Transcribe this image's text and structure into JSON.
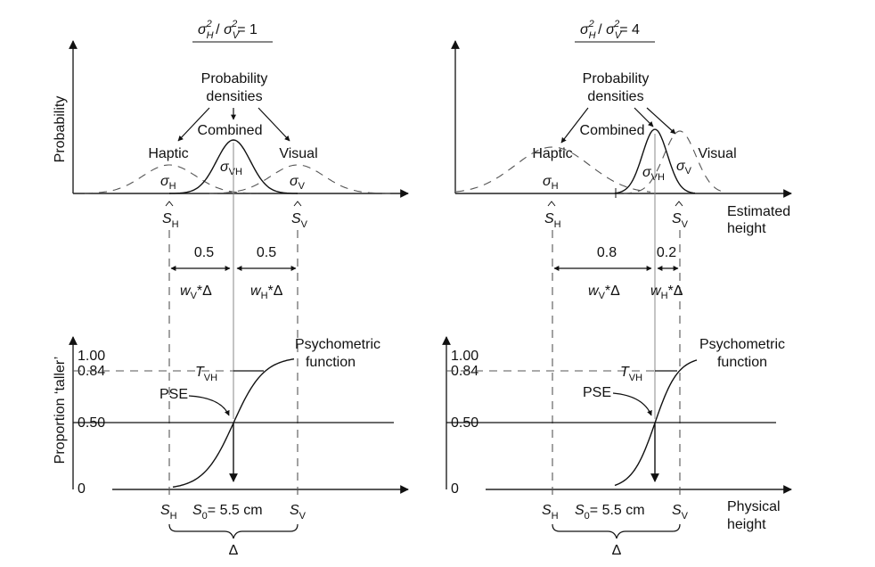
{
  "panels": [
    {
      "ratio_base": "σ",
      "ratio_sub_h": "H",
      "ratio_sub_v": "V",
      "ratio_sup": "2",
      "ratio_rest": "= 1",
      "prob_label_1": "Probability",
      "prob_label_2": "densities",
      "combined": "Combined",
      "haptic": "Haptic",
      "visual": "Visual",
      "sigma": "σ",
      "sub_h": "H",
      "sub_v": "V",
      "sub_vh": "VH",
      "s_letter": "S",
      "weight_left": "0.5",
      "weight_right": "0.5",
      "w_letter": "w",
      "delta_sym": "Δ",
      "psy_1": "Psychometric",
      "psy_2": "function",
      "t_letter": "T",
      "pse": "PSE",
      "s0_rest": "= 5.5 cm",
      "s0_sub": "0"
    },
    {
      "ratio_base": "σ",
      "ratio_sub_h": "H",
      "ratio_sub_v": "V",
      "ratio_sup": "2",
      "ratio_rest": "= 4",
      "prob_label_1": "Probability",
      "prob_label_2": "densities",
      "combined": "Combined",
      "haptic": "Haptic",
      "visual": "Visual",
      "sigma": "σ",
      "sub_h": "H",
      "sub_v": "V",
      "sub_vh": "VH",
      "s_letter": "S",
      "weight_left": "0.8",
      "weight_right": "0.2",
      "w_letter": "w",
      "delta_sym": "Δ",
      "psy_1": "Psychometric",
      "psy_2": "function",
      "t_letter": "T",
      "pse": "PSE",
      "s0_rest": "= 5.5 cm",
      "s0_sub": "0"
    }
  ],
  "axes": {
    "y_top_label": "Probability",
    "y_bottom_label": "Proportion ‘taller’",
    "x_top_1": "Estimated",
    "x_top_2": "height",
    "x_bottom_1": "Physical",
    "x_bottom_2": "height"
  },
  "ticks": [
    "1.00",
    "0.84",
    "0.50",
    "0"
  ]
}
